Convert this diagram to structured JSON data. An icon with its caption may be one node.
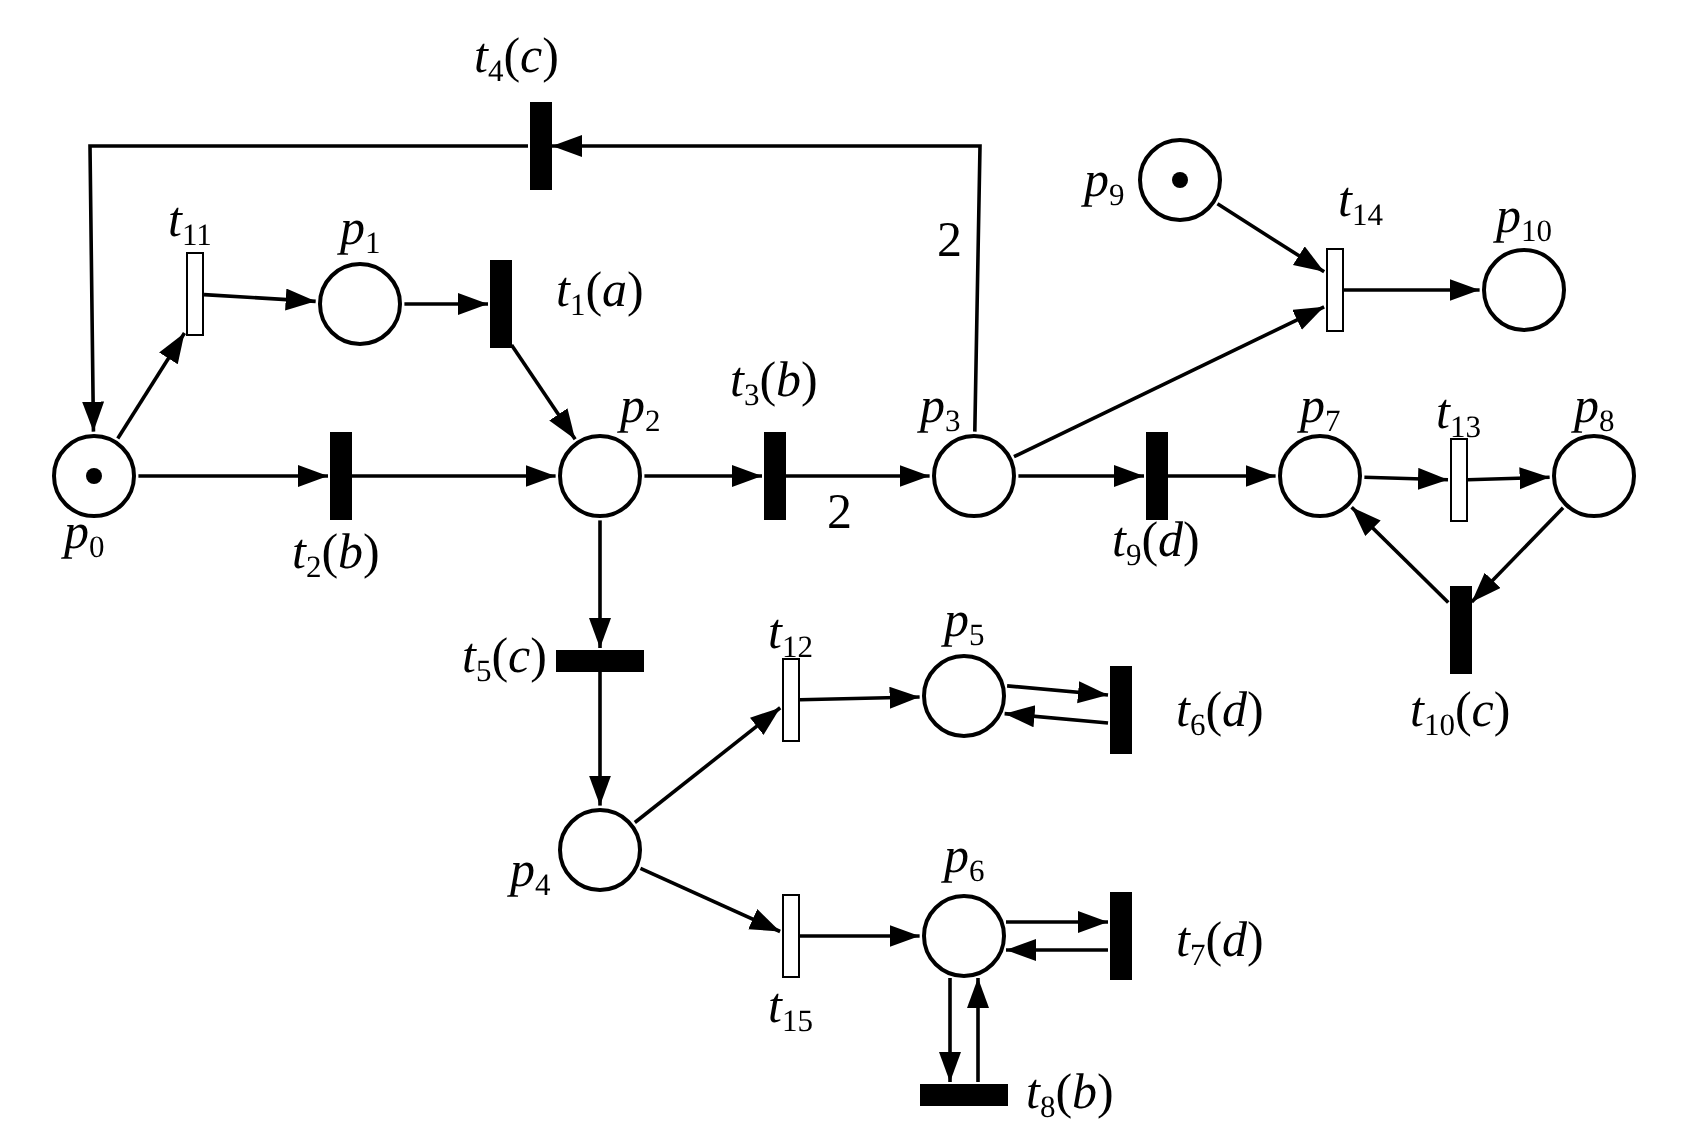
{
  "diagram": {
    "nodes": [
      {
        "text": [
          "*p*$_{0}$"
        ]
      },
      {
        "text": [
          "*p*$_{1}$"
        ]
      },
      {
        "text": [
          "*p*$_{2}$"
        ]
      },
      {
        "text": [
          "*p*$_{3}$"
        ]
      },
      {
        "text": [
          "*p*$_{4}$"
        ]
      },
      {
        "text": [
          "*p*$_{5}$"
        ]
      },
      {
        "text": [
          "*p*$_{6}$"
        ]
      },
      {
        "text": [
          "*p*$_{7}$"
        ]
      },
      {
        "text": [
          "*p*$_{8}$"
        ]
      },
      {
        "text": [
          "*p*$_{9}$"
        ]
      },
      {
        "text": [
          "*p*$_{10}$"
        ]
      },
      {
        "text": [
          "*t*$_{1}$(*a*)"
        ]
      },
      {
        "text": [
          "*t*$_{2}$(*b*)"
        ]
      },
      {
        "text": [
          "*t*$_{3}$(*b*)"
        ]
      },
      {
        "text": [
          "*t*$_{4}$(*c*)"
        ]
      },
      {
        "text": [
          "*t*$_{5}$(*c*)"
        ]
      },
      {
        "text": [
          "*t*$_{6}$(*d*)"
        ]
      },
      {
        "text": [
          "*t*$_{7}$(*d*)"
        ]
      },
      {
        "text": [
          "*t*$_{8}$(*b*)"
        ]
      },
      {
        "text": [
          "*t*$_{9}$(*d*)"
        ]
      },
      {
        "text": [
          "*t*$_{10}$(*c*)"
        ]
      },
      {
        "text": [
          "*t*$_{11}$"
        ]
      },
      {
        "text": [
          "*t*$_{12}$"
        ]
      },
      {
        "text": [
          "*t*$_{13}$"
        ]
      },
      {
        "text": [
          "*t*$_{14}$"
        ]
      },
      {
        "text": [
          "*t*$_{15}$"
        ]
      }
    ],
    "edges": [
      {
        "from": 0,
        "to": 21,
        "arrow": "to"
      },
      {
        "from": 21,
        "to": 1,
        "arrow": "to"
      },
      {
        "from": 1,
        "to": 11,
        "arrow": "to"
      },
      {
        "from": 11,
        "to": 2,
        "arrow": "to"
      },
      {
        "from": 0,
        "to": 12,
        "arrow": "to"
      },
      {
        "from": 12,
        "to": 2,
        "arrow": "to"
      },
      {
        "from": 2,
        "to": 13,
        "arrow": "to"
      },
      {
        "from": 13,
        "to": 3,
        "arrow": "to",
        "label": "2"
      },
      {
        "from": 3,
        "to": 14,
        "arrow": "to",
        "label": "2"
      },
      {
        "from": 14,
        "to": 0,
        "arrow": "to"
      },
      {
        "from": 9,
        "to": 24,
        "arrow": "to"
      },
      {
        "from": 3,
        "to": 24,
        "arrow": "to"
      },
      {
        "from": 24,
        "to": 10,
        "arrow": "to"
      },
      {
        "from": 3,
        "to": 19,
        "arrow": "to"
      },
      {
        "from": 19,
        "to": 7,
        "arrow": "to"
      },
      {
        "from": 7,
        "to": 23,
        "arrow": "to"
      },
      {
        "from": 23,
        "to": 8,
        "arrow": "to"
      },
      {
        "from": 8,
        "to": 20,
        "arrow": "to"
      },
      {
        "from": 20,
        "to": 7,
        "arrow": "to"
      },
      {
        "from": 2,
        "to": 15,
        "arrow": "to"
      },
      {
        "from": 15,
        "to": 4,
        "arrow": "to"
      },
      {
        "from": 4,
        "to": 22,
        "arrow": "to"
      },
      {
        "from": 22,
        "to": 5,
        "arrow": "to"
      },
      {
        "from": 5,
        "to": 16,
        "arrow": "to"
      },
      {
        "from": 16,
        "to": 5,
        "arrow": "to"
      },
      {
        "from": 4,
        "to": 25,
        "arrow": "to"
      },
      {
        "from": 25,
        "to": 6,
        "arrow": "to"
      },
      {
        "from": 6,
        "to": 17,
        "arrow": "to"
      },
      {
        "from": 17,
        "to": 6,
        "arrow": "to"
      },
      {
        "from": 6,
        "to": 18,
        "arrow": "to"
      },
      {
        "from": 18,
        "to": 6,
        "arrow": "to"
      }
    ]
  }
}
